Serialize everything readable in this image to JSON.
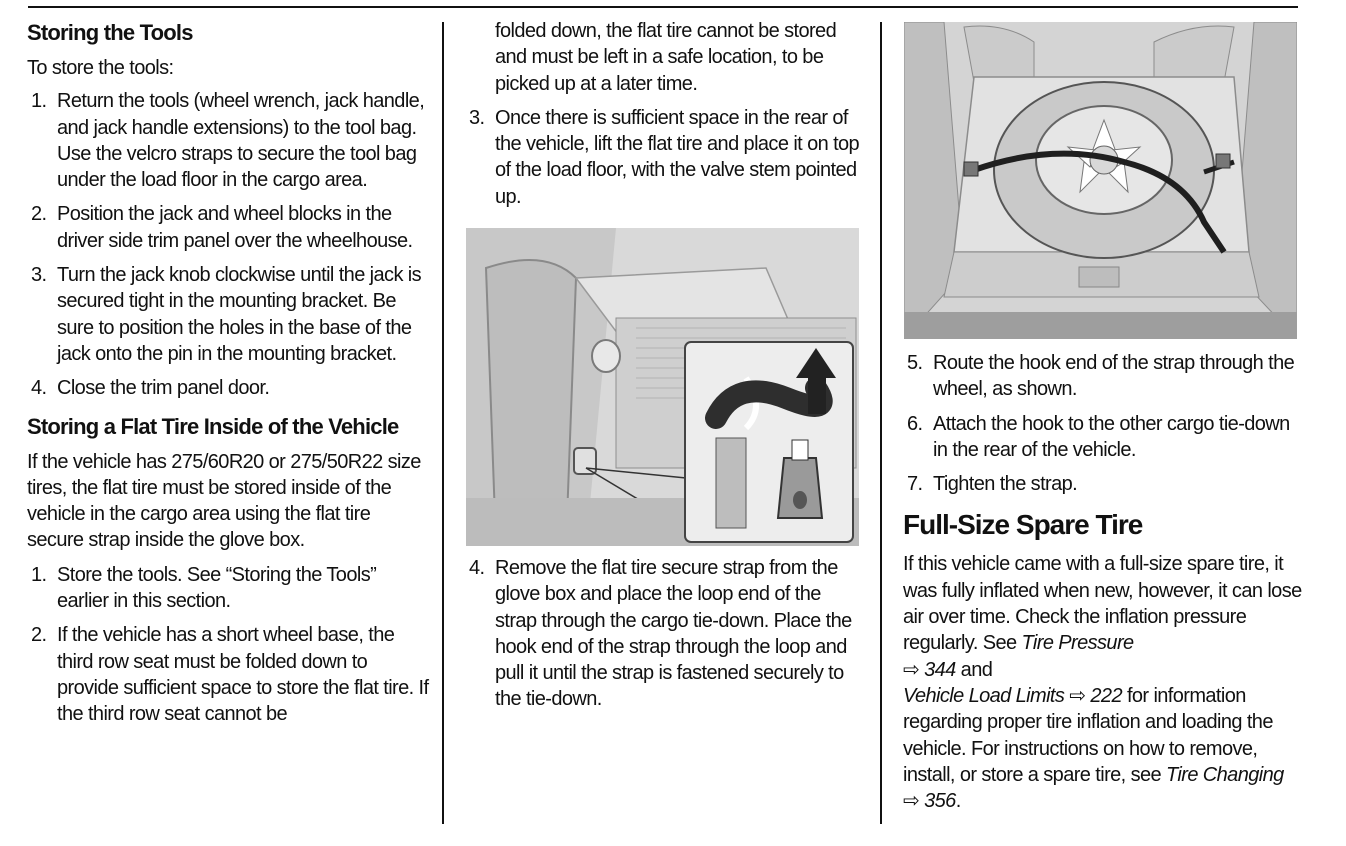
{
  "col1": {
    "heading1": "Storing the Tools",
    "intro1": "To store the tools:",
    "steps1": [
      {
        "num": "1.",
        "text": "Return the tools (wheel wrench, jack handle, and jack handle extensions) to the tool bag. Use the velcro straps to secure the tool bag under the load floor in the cargo area."
      },
      {
        "num": "2.",
        "text": "Position the jack and wheel blocks in the driver side trim panel over the wheelhouse."
      },
      {
        "num": "3.",
        "text": "Turn the jack knob clockwise until the jack is secured tight in the mounting bracket. Be sure to position the holes in the base of the jack onto the pin in the mounting bracket."
      },
      {
        "num": "4.",
        "text": "Close the trim panel door."
      }
    ],
    "heading2": "Storing a Flat Tire Inside of the Vehicle",
    "intro2": "If the vehicle has 275/60R20 or 275/50R22 size tires, the flat tire must be stored inside of the vehicle in the cargo area using the flat tire secure strap inside the glove box.",
    "steps2": [
      {
        "num": "1.",
        "text": "Store the tools. See “Storing the Tools” earlier in this section."
      },
      {
        "num": "2.",
        "text": "If the vehicle has a short wheel base, the third row seat must be folded down to provide sufficient space to store the flat tire. If the third row seat cannot be"
      }
    ]
  },
  "col2": {
    "continuation": "folded down, the flat tire cannot be stored and must be left in a safe location, to be picked up at a later time.",
    "step3": {
      "num": "3.",
      "text": "Once there is sufficient space in the rear of the vehicle, lift the flat tire and place it on top of the load floor, with the valve stem pointed up."
    },
    "step4": {
      "num": "4.",
      "text": "Remove the flat tire secure strap from the glove box and place the loop end of the strap through the cargo tie-down. Place the hook end of the strap through the loop and pull it until the strap is fastened securely to the tie-down."
    }
  },
  "col3": {
    "steps": [
      {
        "num": "5.",
        "text": "Route the hook end of the strap through the wheel, as shown."
      },
      {
        "num": "6.",
        "text": "Attach the hook to the other cargo tie-down in the rear of the vehicle."
      },
      {
        "num": "7.",
        "text": "Tighten the strap."
      }
    ],
    "heading": "Full-Size Spare Tire",
    "para_a": "If this vehicle came with a full-size spare tire, it was fully inflated when new, however, it can lose air over time. Check the inflation pressure regularly. See ",
    "link1": "Tire Pressure",
    "arrow": "⇨",
    "page1": "344",
    "and": " and",
    "link2": "Vehicle Load Limits",
    "page2": "222",
    "para_b": " for information regarding proper tire inflation and loading the vehicle. For instructions on how to remove, install, or store a spare tire, see ",
    "link3": "Tire Changing",
    "page3": "356",
    "period": "."
  }
}
